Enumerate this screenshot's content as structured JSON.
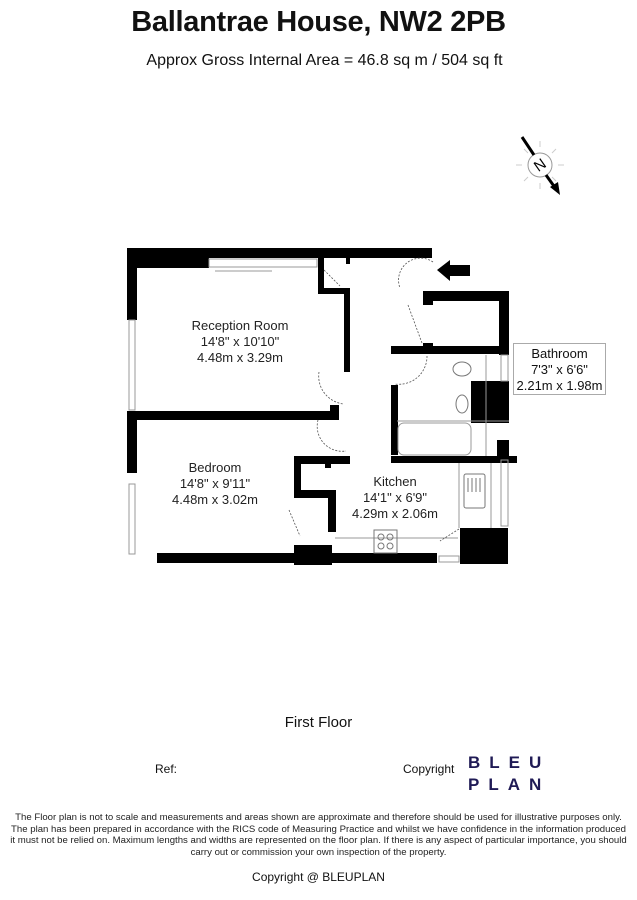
{
  "header": {
    "title": "Ballantrae House, NW2 2PB",
    "subtitle": "Approx Gross Internal Area = 46.8 sq m / 504 sq ft"
  },
  "compass": {
    "label": "N",
    "icon": "north-arrow-icon"
  },
  "rooms": [
    {
      "name": "Reception Room",
      "imperial": "14'8\" x 10'10\"",
      "metric": "4.48m x 3.29m"
    },
    {
      "name": "Bedroom",
      "imperial": "14'8\" x 9'11\"",
      "metric": "4.48m x 3.02m"
    },
    {
      "name": "Kitchen",
      "imperial": "14'1\" x 6'9\"",
      "metric": "4.29m x 2.06m"
    },
    {
      "name": "Bathroom",
      "imperial": "7'3\" x 6'6\"",
      "metric": "2.21m x 1.98m"
    }
  ],
  "entrance": {
    "icon": "entrance-arrow-icon"
  },
  "footer": {
    "floor_name": "First Floor",
    "ref_label": "Ref:",
    "copyright_label": "Copyright",
    "logo_line1": "BLEU",
    "logo_line2": "PLAN",
    "logo_color": "#1f1a55",
    "disclaimer": "The Floor plan is not to scale and measurements and areas shown are approximate and therefore should be used for illustrative purposes only. The plan has been prepared in accordance with the RICS code of Measuring Practice and whilst we have confidence in the information produced it must not be relied on. Maximum lengths and widths are represented on the floor plan. If there is any aspect of particular importance, you should carry out or commission your own inspection of the property.",
    "copyright_line": "Copyright @ BLEUPLAN"
  }
}
